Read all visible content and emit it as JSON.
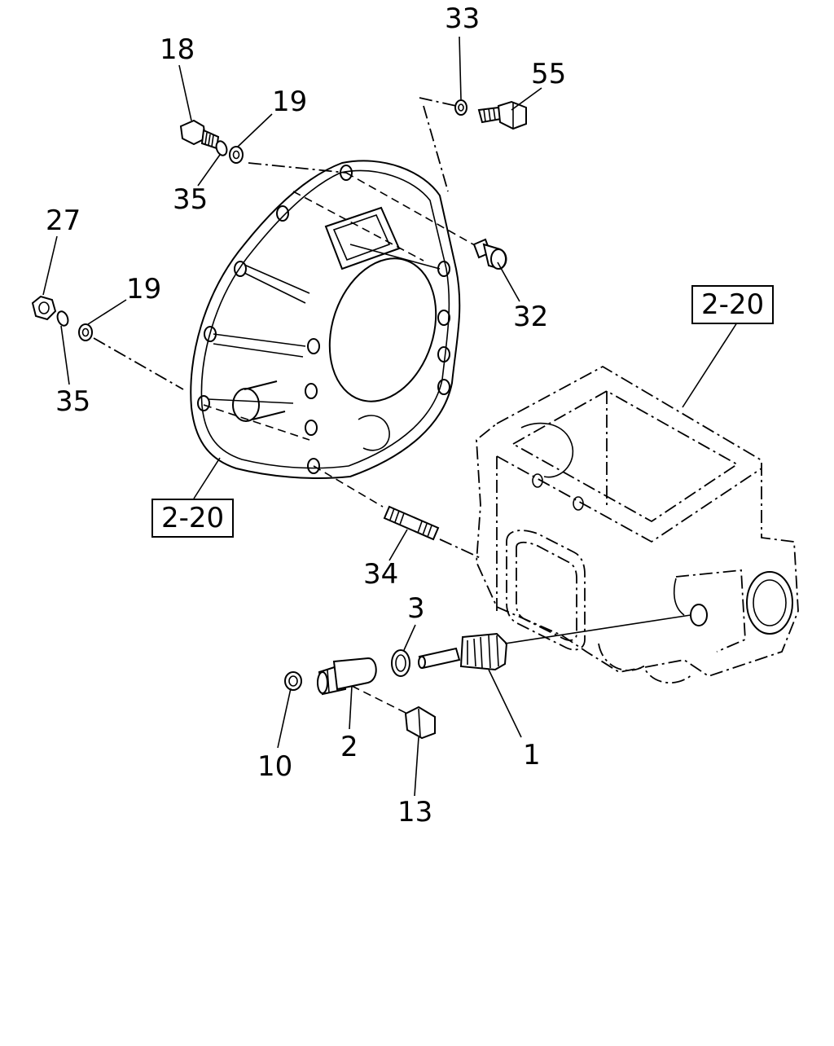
{
  "callouts": {
    "p1": "1",
    "p2": "2",
    "p3": "3",
    "p10": "10",
    "p13": "13",
    "p18": "18",
    "p19a": "19",
    "p19b": "19",
    "p27": "27",
    "p32": "32",
    "p33": "33",
    "p34": "34",
    "p35a": "35",
    "p35b": "35",
    "p55": "55"
  },
  "references": {
    "bellhousing": "2-20",
    "transmission_case": "2-20"
  }
}
